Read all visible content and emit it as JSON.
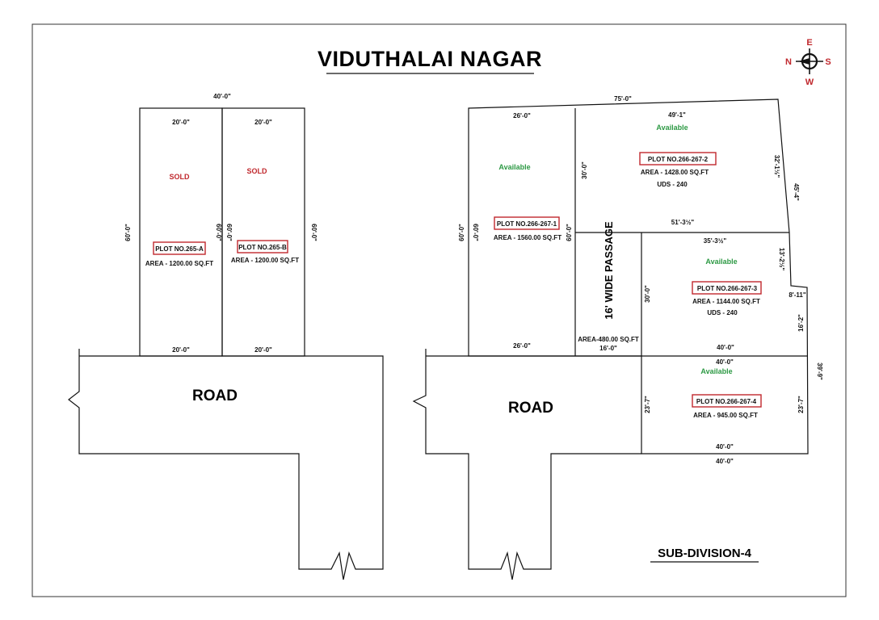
{
  "title": "VIDUTHALAI NAGAR",
  "subdivision": "SUB-DIVISION-4",
  "compass": {
    "east": "E",
    "north": "N",
    "south": "S",
    "west": "W",
    "color": "#c0282d"
  },
  "colors": {
    "sold": "#c0282d",
    "available": "#2e9a45",
    "plot_box": "#c0282d",
    "line": "#111111"
  },
  "left_layout": {
    "top_width": "40'-0\"",
    "left_depth": "60'-0\"",
    "right_depth": "60'-0\"",
    "road": "ROAD",
    "plots": [
      {
        "number": "PLOT NO.265-A",
        "area": "AREA - 1200.00 SQ.FT",
        "status": "SOLD",
        "top": "20'-0\"",
        "bottom": "20'-0\"",
        "side": "60'-0\""
      },
      {
        "number": "PLOT NO.265-B",
        "area": "AREA - 1200.00 SQ.FT",
        "status": "SOLD",
        "top": "20'-0\"",
        "bottom": "20'-0\"",
        "side": "60'-0\""
      }
    ]
  },
  "right_layout": {
    "top_width": "75'-0\"",
    "road": "ROAD",
    "passage": {
      "label": "16' WIDE PASSAGE",
      "area": "AREA-480.00 SQ.FT",
      "width": "16'-0\"",
      "depth": "60'-0\""
    },
    "plot1": {
      "number": "PLOT NO.266-267-1",
      "area": "AREA - 1560.00 SQ.FT",
      "status": "Available",
      "top": "26'-0\"",
      "bottom": "26'-0\"",
      "left": "60'-0\"",
      "right": "60'-0\""
    },
    "plot2": {
      "number": "PLOT NO.266-267-2",
      "area": "AREA - 1428.00 SQ.FT",
      "uds": "UDS - 240",
      "status": "Available",
      "top": "49'-1\"",
      "bottom": "51'-3½\"",
      "left": "30'-0\"",
      "right": "32'-1½\"",
      "outer_side": "45'-4\""
    },
    "plot3": {
      "number": "PLOT NO.266-267-3",
      "area": "AREA - 1144.00 SQ.FT",
      "uds": "UDS - 240",
      "status": "Available",
      "top": "35'-3½\"",
      "bottom": "40'-0\"",
      "left": "30'-0\"",
      "right_upper": "13'-2½\"",
      "jog": "8'-11\"",
      "right_lower": "16'-2\""
    },
    "plot4": {
      "number": "PLOT NO.266-267-4",
      "area": "AREA - 945.00 SQ.FT",
      "status": "Available",
      "top": "40'-0\"",
      "bottom": "40'-0\"",
      "left": "23'-7\"",
      "right": "23'-7\"",
      "bottom_outer": "40'-0\"",
      "outer_side": "39'-9\""
    }
  }
}
